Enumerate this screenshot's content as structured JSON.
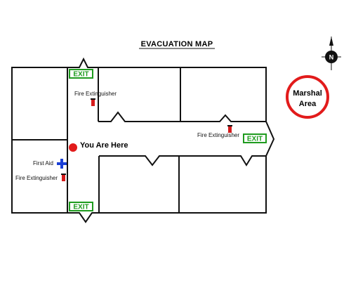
{
  "title": "EVACUATION MAP",
  "compass": {
    "label": "N"
  },
  "marshal": {
    "line1": "Marshal",
    "line2": "Area",
    "ring_color": "#e21b1b"
  },
  "you_are_here": {
    "label": "You Are Here",
    "marker_color": "#e21b1b"
  },
  "exits": [
    {
      "label": "EXIT"
    },
    {
      "label": "EXIT"
    },
    {
      "label": "EXIT"
    }
  ],
  "fire_extinguishers": [
    {
      "label": "Fire Extinguisher"
    },
    {
      "label": "Fire Extinguisher"
    },
    {
      "label": "Fire Extinguisher"
    }
  ],
  "first_aid": {
    "label": "First Aid",
    "color": "#1a3fd6"
  },
  "colors": {
    "exit": "#1e9b1e",
    "extinguisher": "#d61b1b",
    "walls": "#111111"
  }
}
